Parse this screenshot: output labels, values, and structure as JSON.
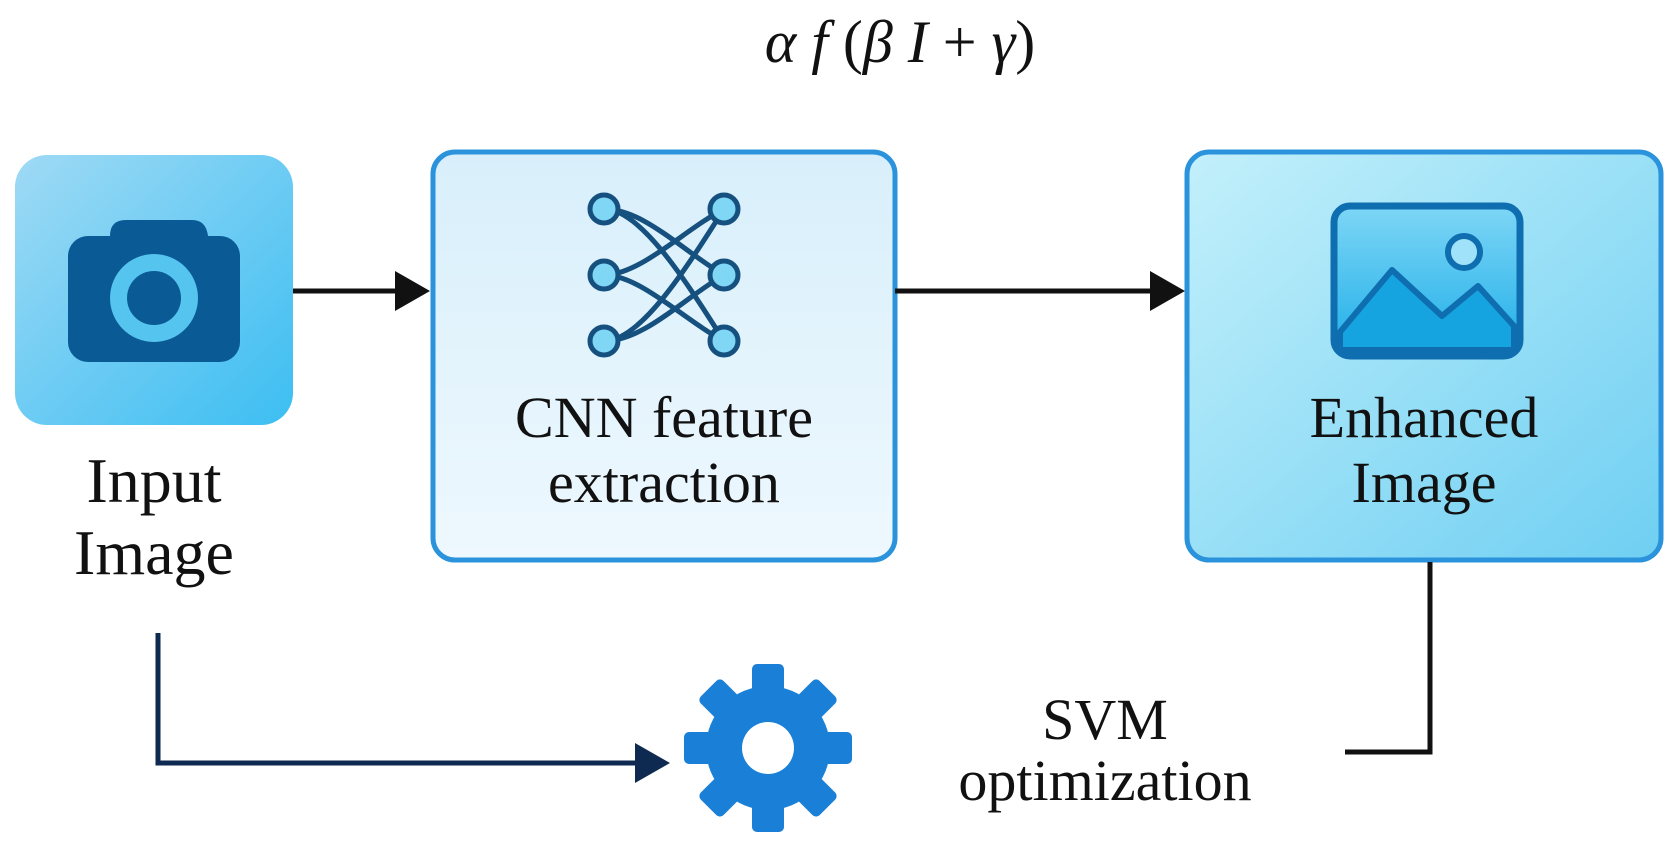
{
  "formula": {
    "alpha": "α",
    "f": "f",
    "open": "(",
    "beta": "β",
    "i": "I",
    "plus": "+",
    "gamma": "γ",
    "close": ")"
  },
  "nodes": {
    "input": {
      "line1": "Input",
      "line2": "Image",
      "icon": "camera-icon"
    },
    "cnn": {
      "line1": "CNN feature",
      "line2": "extraction",
      "icon": "neural-network-icon"
    },
    "enhanced": {
      "line1": "Enhanced",
      "line2": "Image",
      "icon": "image-icon"
    },
    "svm": {
      "line1": "SVM",
      "line2": "optimization",
      "icon": "gear-icon"
    }
  },
  "colors": {
    "box_border": "#2a93db",
    "cnn_fill": "#e4f4fd",
    "enhanced_fill": "#aee4f8",
    "input_tile": "#4cc3f1",
    "camera_dark": "#0a5a96",
    "gear": "#1a7fd6",
    "feedback_arrow": "#0f2a50"
  }
}
